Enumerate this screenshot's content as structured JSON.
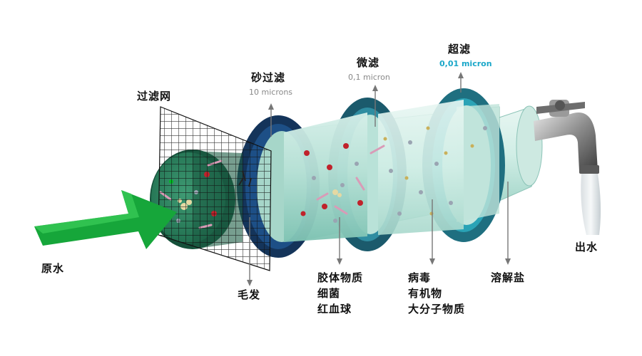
{
  "labels": {
    "mesh": "过滤网",
    "sand": "砂过滤",
    "sand_size": "10 microns",
    "micro": "微滤",
    "micro_size": "0,1 micron",
    "ultra": "超滤",
    "ultra_size": "0,01 micron",
    "raw_water": "原水",
    "outlet": "出水",
    "hair": "毛发",
    "removed_micro": [
      "胶体物质",
      "细菌",
      "红血球"
    ],
    "removed_ultra": [
      "病毒",
      "有机物",
      "大分子物质"
    ],
    "dissolved_salt": "溶解盐"
  },
  "colors": {
    "arrow_green": "#16a63a",
    "ultra_size_text": "#1aa7c9",
    "size_text_gray": "#888888",
    "ring_dark_blue": "#1d4f86",
    "ring_teal": "#1f6f80"
  }
}
